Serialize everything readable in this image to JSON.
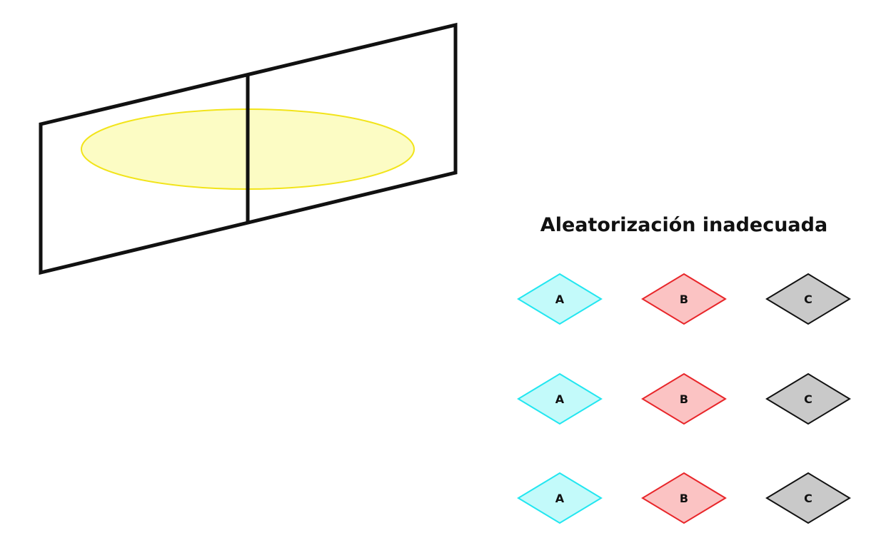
{
  "title": "Aleatorización inadecuada",
  "colors": {
    "plot_fill": "#fcfcc4",
    "plot_stroke": "#f2e41a",
    "frame_stroke": "#111111"
  },
  "groups": [
    {
      "label": "A",
      "fill": "#c3fafa",
      "stroke": "#22e6f0"
    },
    {
      "label": "B",
      "fill": "#fbc3c3",
      "stroke": "#e8262a"
    },
    {
      "label": "C",
      "fill": "#c9c9c9",
      "stroke": "#111111"
    }
  ],
  "rows": [
    [
      "A",
      "B",
      "C"
    ],
    [
      "A",
      "B",
      "C"
    ],
    [
      "A",
      "B",
      "C"
    ]
  ]
}
